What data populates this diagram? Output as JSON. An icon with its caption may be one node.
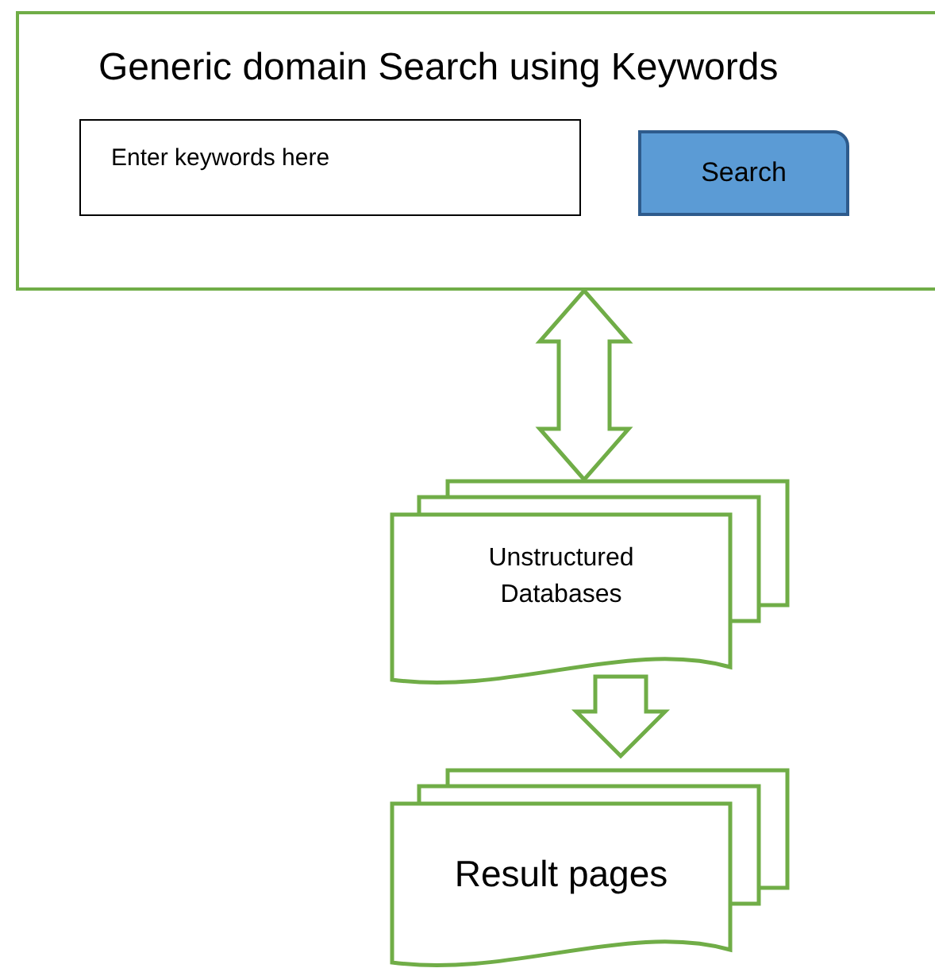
{
  "diagram": {
    "nodes": [
      {
        "text": [
          "Generic domain Search using Keywords"
        ]
      },
      {
        "text": [
          "Enter keywords here"
        ],
        "in": 0
      },
      {
        "text": [
          "Search"
        ],
        "in": 0
      },
      {
        "text": [
          "Unstructured Databases"
        ]
      },
      {
        "text": [
          "Result pages"
        ]
      }
    ],
    "edges": [
      {
        "from": 0,
        "to": 3,
        "arrow": "both"
      },
      {
        "from": 3,
        "to": 4,
        "arrow": "to"
      }
    ]
  }
}
